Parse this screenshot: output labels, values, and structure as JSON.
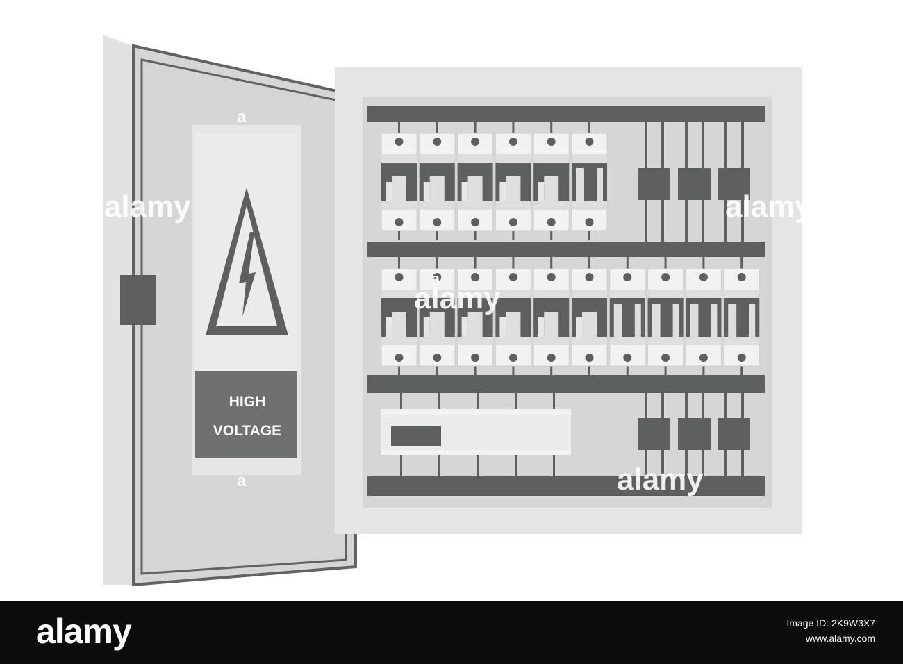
{
  "door_sign": {
    "warning_icon": "high-voltage-warning-icon",
    "line1": "HIGH",
    "line2": "VOLTAGE"
  },
  "panel": {
    "breaker_rows": [
      {
        "count": 6,
        "states": [
          "on",
          "on",
          "on",
          "on",
          "on",
          "off"
        ]
      },
      {
        "count": 10,
        "states": [
          "on",
          "on",
          "on",
          "on",
          "on",
          "on",
          "off",
          "off",
          "off",
          "off"
        ]
      }
    ],
    "contactor_groups": 2,
    "contactors_per_group": 3
  },
  "watermark": {
    "text": "alamy",
    "mark": "a"
  },
  "footer": {
    "logo": "alamy",
    "image_id": "Image ID: 2K9W3X7",
    "site": "www.alamy.com"
  },
  "colors": {
    "dark": "#5e5f5f",
    "cabinet": "#e3e3e3",
    "backplate": "#d6d6d6",
    "door": "#d3d3d3"
  }
}
